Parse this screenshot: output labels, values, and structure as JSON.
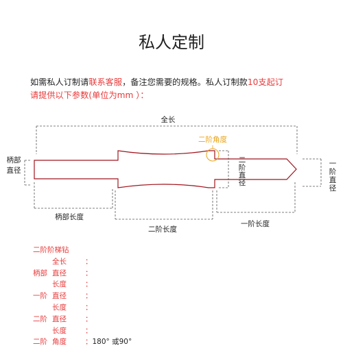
{
  "title": "私人定制",
  "intro": {
    "p1": "如需私人订制请",
    "p2": "联系客服",
    "p3": "，备注您需要的规格。私人订制款",
    "p4": "10支起订",
    "p5": "请提供以下参数(单位为mm ）："
  },
  "diagram": {
    "total_length": "全长",
    "step2_angle": "二阶角度",
    "shank_diameter_1": "柄部",
    "shank_diameter_2": "直径",
    "step2_dia_1": "二",
    "step2_dia_2": "阶",
    "step2_dia_3": "直",
    "step2_dia_4": "径",
    "step1_dia_1": "一",
    "step1_dia_2": "阶",
    "step1_dia_3": "直",
    "step1_dia_4": "径",
    "shank_length": "柄部长度",
    "step2_length": "二阶长度",
    "step1_length": "一阶长度"
  },
  "spec": {
    "header": "二阶阶梯钻",
    "rows": [
      {
        "c1": "",
        "c2": "全长",
        "sep": "：",
        "value": ""
      },
      {
        "c1": "柄部",
        "c2": "直径",
        "sep": "：",
        "value": ""
      },
      {
        "c1": "",
        "c2": "长度",
        "sep": "：",
        "value": ""
      },
      {
        "c1": "一阶",
        "c2": "直径",
        "sep": "：",
        "value": ""
      },
      {
        "c1": "",
        "c2": "长度",
        "sep": "：",
        "value": ""
      },
      {
        "c1": "二阶",
        "c2": "直径",
        "sep": "：",
        "value": ""
      },
      {
        "c1": "",
        "c2": "长度",
        "sep": "：",
        "value": ""
      },
      {
        "c1": "二阶",
        "c2": "角度",
        "sep": "：",
        "value": "180°  或90°"
      }
    ]
  },
  "colors": {
    "accent": "#e8393a",
    "outline": "#a0141c",
    "angle": "#e8a317"
  }
}
